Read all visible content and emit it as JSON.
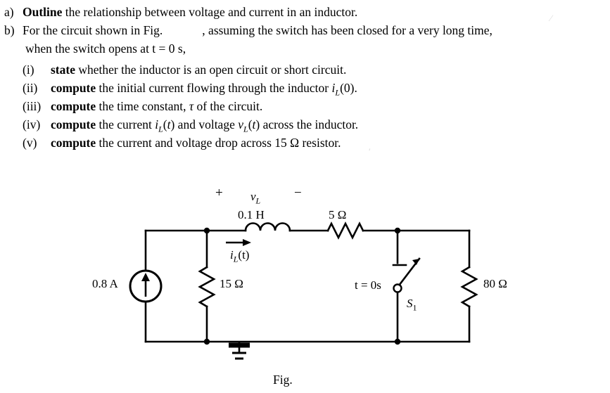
{
  "question": {
    "items": [
      {
        "label": "a)",
        "segments": [
          {
            "text": "Outline",
            "style": "bold"
          },
          {
            "text": " the relationship between voltage and current in an inductor.",
            "style": "normal"
          }
        ]
      },
      {
        "label": "b)",
        "segments": [
          {
            "text": "For the circuit shown in Fig.",
            "style": "normal"
          },
          {
            "text": ", assuming the switch has been closed for a very long time,",
            "style": "normal"
          }
        ],
        "continuation": "when the switch opens at t = 0 s,"
      }
    ],
    "subitems": [
      {
        "label": "(i)",
        "bold": "state",
        "rest": " whether the inductor is an open circuit or short circuit."
      },
      {
        "label": "(ii)",
        "bold": "compute",
        "rest": " the initial current flowing through the inductor ",
        "math": "i_L(0).",
        "math_plain": "iL(0)."
      },
      {
        "label": "(iii)",
        "bold": "compute",
        "rest": " the time constant, ",
        "math_plain": "τ of the circuit."
      },
      {
        "label": "(iv)",
        "bold": "compute",
        "rest": " the current ",
        "math_plain": "iL(t) and voltage vL(t) across the inductor."
      },
      {
        "label": "(v)",
        "bold": "compute",
        "rest": " the current and voltage drop across 15 Ω resistor."
      }
    ]
  },
  "figure": {
    "caption": "Fig.",
    "labels": {
      "plus_sign": "+",
      "minus_sign": "−",
      "v_l": "v",
      "v_l_sub": "L",
      "inductance": "0.1 H",
      "resistor_series": "5 Ω",
      "current_source": "0.8 A",
      "resistor_parallel": "15 Ω",
      "resistor_right": "80 Ω",
      "switch_time": "t = 0s",
      "switch_name": "S",
      "switch_name_sub": "1",
      "inductor_current": "i",
      "inductor_current_sub": "L",
      "inductor_current_arg": "(t)"
    }
  }
}
